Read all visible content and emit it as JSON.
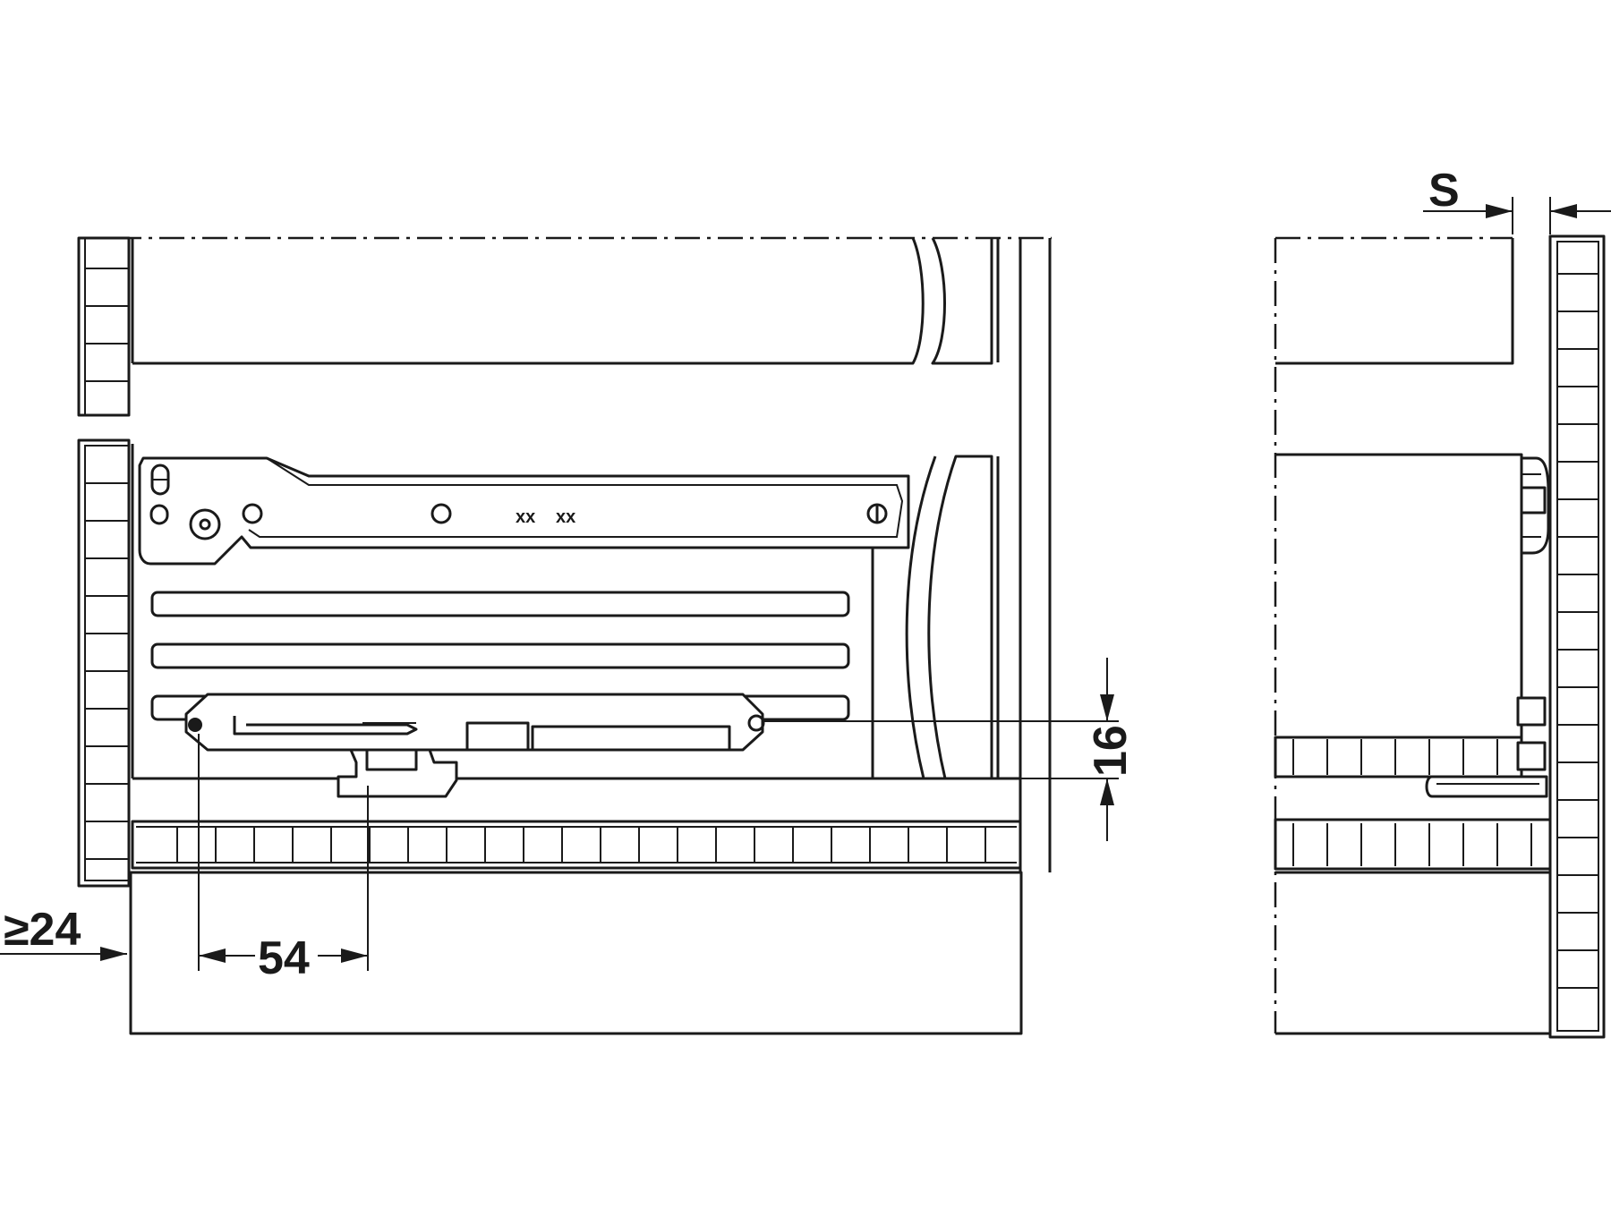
{
  "labels": {
    "min_offset": "≥24",
    "runner_offset": "54",
    "height": "16",
    "side_thickness": "S"
  }
}
